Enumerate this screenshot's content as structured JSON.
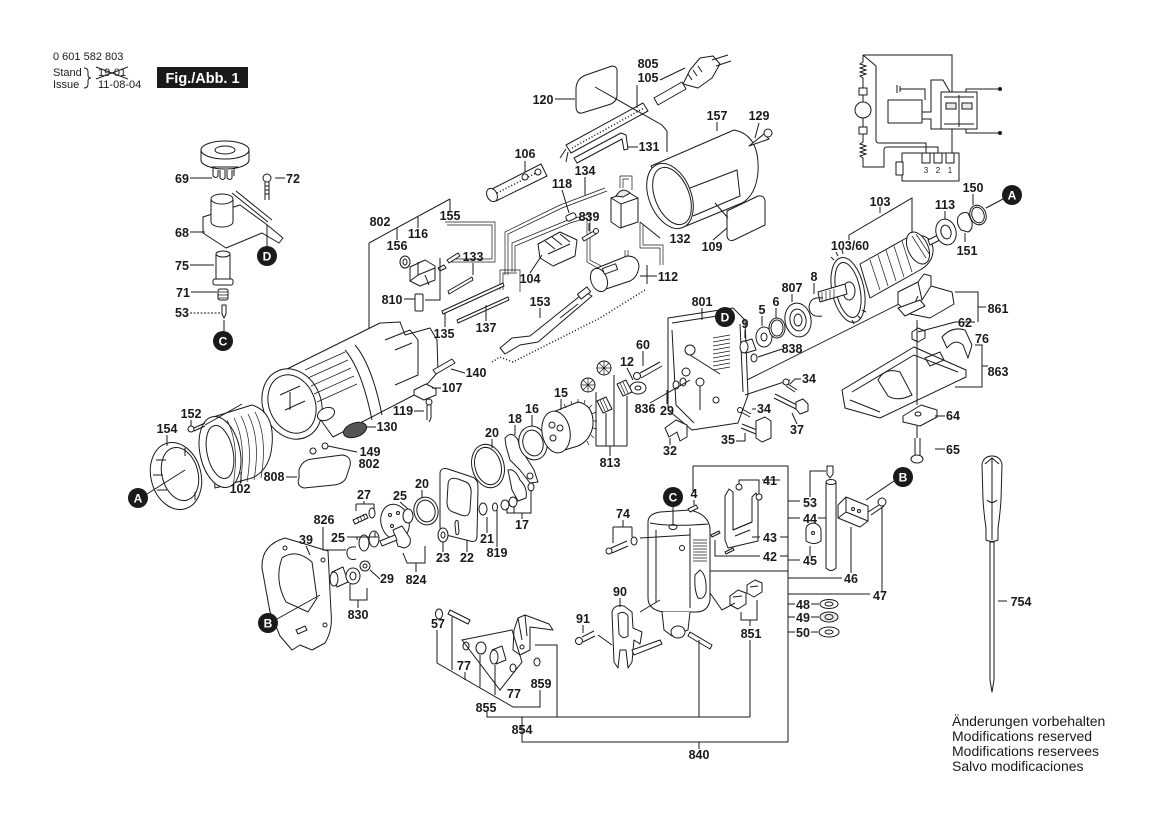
{
  "document": {
    "part_number": "0 601 582 803",
    "stand_label": "Stand",
    "stand_date_struck": "19-01",
    "issue_label": "Issue",
    "issue_date": "11-08-04",
    "figure_label": "Fig./Abb. 1"
  },
  "callouts": [
    "69",
    "72",
    "68",
    "75",
    "71",
    "53",
    "805",
    "105",
    "120",
    "157",
    "129",
    "131",
    "106",
    "134",
    "118",
    "839",
    "132",
    "109",
    "802",
    "155",
    "116",
    "156",
    "133",
    "104",
    "112",
    "810",
    "153",
    "135",
    "137",
    "140",
    "107",
    "119",
    "130",
    "152",
    "154",
    "149",
    "802",
    "808",
    "102",
    "150",
    "103",
    "113",
    "151",
    "103/60",
    "8",
    "807",
    "6",
    "5",
    "801",
    "9",
    "861",
    "62",
    "76",
    "838",
    "60",
    "12",
    "863",
    "34",
    "836",
    "29",
    "34",
    "37",
    "64",
    "32",
    "35",
    "65",
    "15",
    "16",
    "18",
    "20",
    "813",
    "20",
    "25",
    "27",
    "826",
    "25",
    "39",
    "29",
    "824",
    "830",
    "21",
    "819",
    "17",
    "23",
    "22",
    "4",
    "74",
    "41",
    "53",
    "44",
    "43",
    "42",
    "45",
    "46",
    "47",
    "48",
    "49",
    "50",
    "754",
    "90",
    "91",
    "851",
    "57",
    "77",
    "77",
    "859",
    "855",
    "854",
    "840"
  ],
  "markers": {
    "a": "A",
    "b": "B",
    "c": "C",
    "d": "D"
  },
  "circuit": {
    "pins": [
      "3",
      "2",
      "1"
    ]
  },
  "notice": [
    "Änderungen vorbehalten",
    "Modifications reserved",
    "Modifications reservees",
    "Salvo modificaciones"
  ],
  "colors": {
    "ink": "#1a1a1a",
    "paper": "#ffffff"
  }
}
